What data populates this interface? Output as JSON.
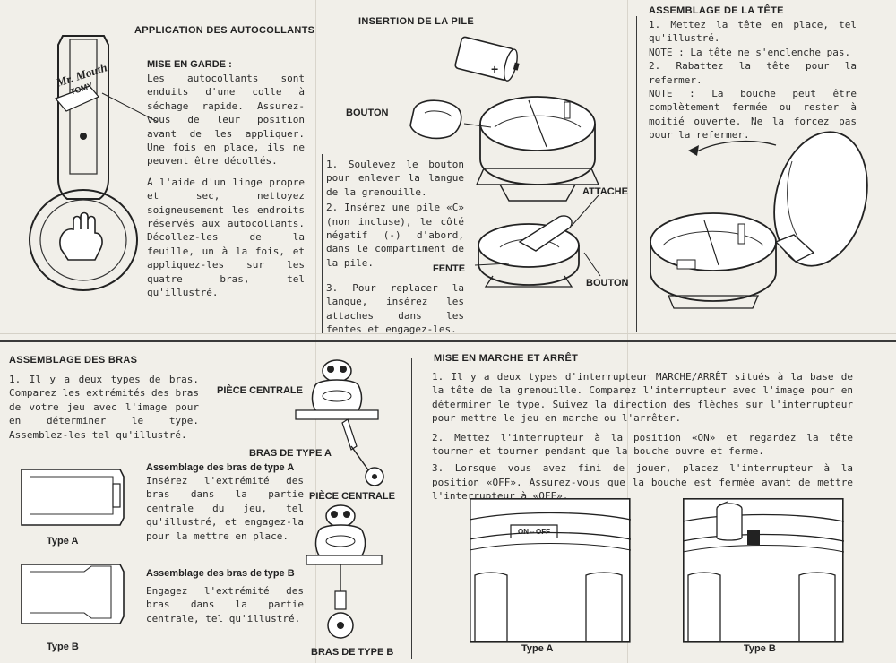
{
  "stickers": {
    "heading": "APPLICATION DES AUTOCOLLANTS",
    "warning_title": "MISE EN GARDE :",
    "warning_text": "Les autocollants sont enduits d'une colle à séchage rapide. Assurez-vous de leur position avant de les appliquer. Une fois en place, ils ne peuvent être décollés.",
    "instruction_text": "À l'aide d'un linge propre et sec, nettoyez soigneusement les endroits réservés aux autocollants. Décollez-les de la feuille, un à la fois, et appliquez-les sur les quatre bras, tel qu'illustré.",
    "logo_text_top": "Mr. Mouth",
    "logo_text_bottom": "TOMY"
  },
  "battery": {
    "heading": "INSERTION DE LA PILE",
    "label_button": "BOUTON",
    "label_clip": "ATTACHE",
    "label_slot": "FENTE",
    "label_button2": "BOUTON",
    "battery_mark": "+",
    "step1": "1. Soulevez le bouton pour enlever la langue de la grenouille.",
    "step2": "2. Insérez une pile «C» (non incluse), le côté négatif (-) d'abord, dans le compartiment de la pile.",
    "step3": "3. Pour replacer la langue, insérez les attaches dans les fentes et engagez-les."
  },
  "head": {
    "heading": "ASSEMBLAGE DE LA TÊTE",
    "text": "1. Mettez la tête en place, tel qu'illustré.\nNOTE : La tête ne s'enclenche pas.\n2. Rabattez la tête pour la refermer.\nNOTE : La bouche peut être complètement fermée ou rester à moitié ouverte. Ne la forcez pas pour la refermer."
  },
  "arms": {
    "heading": "ASSEMBLAGE DES BRAS",
    "intro": "1. Il y a deux types de bras. Comparez les extrémités des bras de votre jeu avec l'image pour en déterminer le type. Assemblez-les tel qu'illustré.",
    "type_a_title": "Assemblage des bras de type A",
    "type_a_text": "Insérez l'extrémité des bras dans la partie centrale du jeu, tel qu'illustré, et engagez-la pour la mettre en place.",
    "type_b_title": "Assemblage des bras de type B",
    "type_b_text": "Engagez l'extrémité des bras dans la partie centrale, tel qu'illustré.",
    "label_type_a": "Type A",
    "label_type_b": "Type B",
    "label_center_1": "PIÈCE CENTRALE",
    "label_arm_a": "BRAS DE TYPE A",
    "label_center_2": "PIÈCE CENTRALE",
    "label_arm_b": "BRAS DE TYPE B"
  },
  "power": {
    "heading": "MISE EN MARCHE ET ARRÊT",
    "step1": "1. Il y a deux types d'interrupteur MARCHE/ARRÊT situés à la base de la tête de la grenouille. Comparez l'interrupteur avec l'image pour en déterminer le type. Suivez la direction des flèches sur l'interrupteur pour mettre le jeu en marche ou l'arrêter.",
    "step2": "2. Mettez l'interrupteur à la position «ON» et regardez la tête tourner et tourner pendant que la bouche ouvre et ferme.",
    "step3": "3. Lorsque vous avez fini de jouer, placez l'interrupteur à la position «OFF». Assurez-vous que la bouche est fermée avant de mettre l'interrupteur à «OFF».",
    "switch_text": "ON⇔OFF",
    "label_type_a": "Type A",
    "label_type_b": "Type B"
  }
}
